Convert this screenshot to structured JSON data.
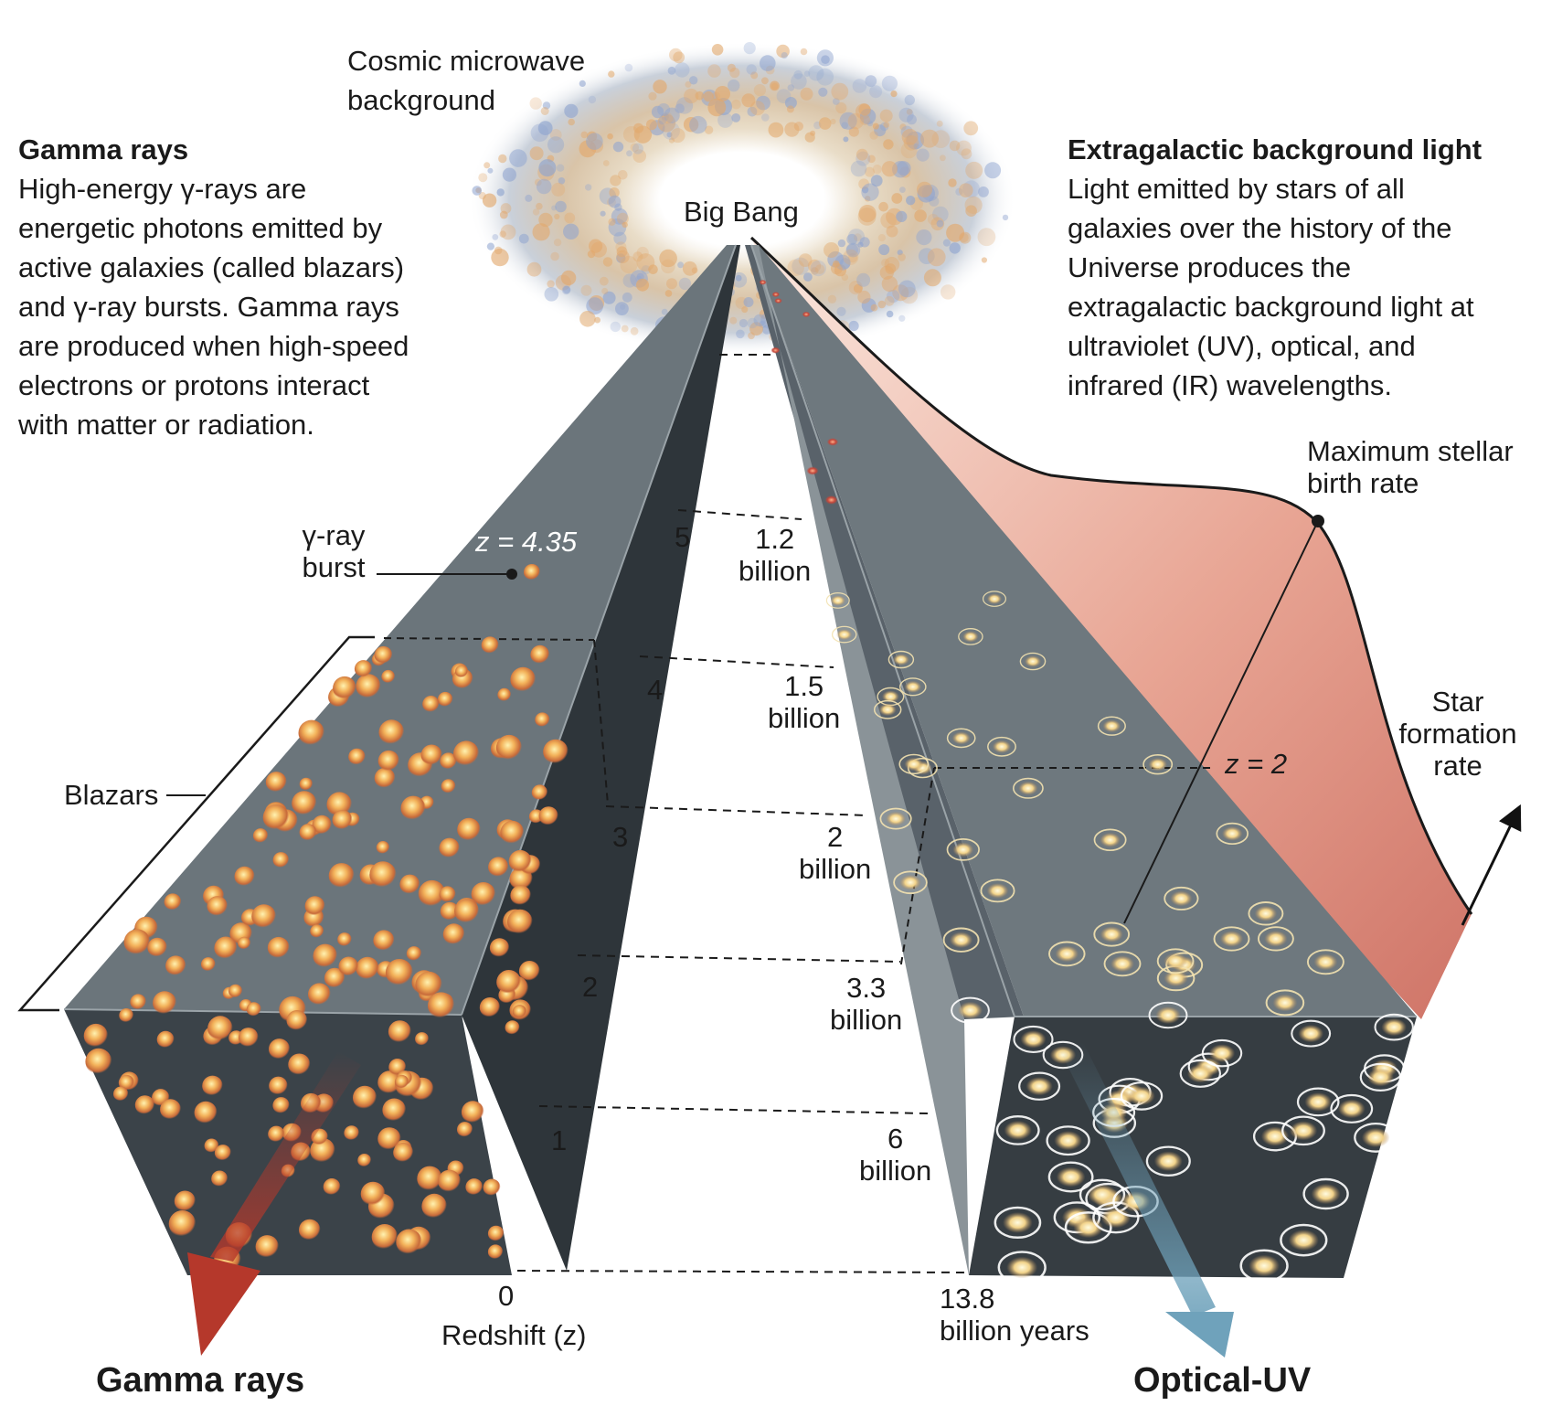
{
  "cmb": {
    "line1": "Cosmic microwave",
    "line2": "background"
  },
  "big_bang": "Big Bang",
  "gamma_panel": {
    "title": "Gamma rays",
    "lines": [
      "High-energy γ-rays are",
      "energetic photons emitted by",
      "active galaxies (called blazars)",
      "and γ-ray bursts. Gamma rays",
      "are produced when high-speed",
      "electrons or protons interact",
      "with matter or radiation."
    ]
  },
  "ebl_panel": {
    "title": "Extragalactic background light",
    "lines": [
      "Light emitted by stars of all",
      "galaxies over the history of the",
      "Universe produces the",
      "extragalactic background light at",
      "ultraviolet (UV), optical, and",
      "infrared (IR) wavelengths."
    ]
  },
  "grb": {
    "line1": "γ-ray",
    "line2": "burst",
    "z_label": "z = 4.35"
  },
  "blazars_label": "Blazars",
  "redshift": {
    "ticks": [
      "5",
      "4",
      "3",
      "2",
      "1",
      "0"
    ],
    "axis_label": "Redshift (z)"
  },
  "time": {
    "ticks": [
      {
        "value": "1.2",
        "unit": "billion"
      },
      {
        "value": "1.5",
        "unit": "billion"
      },
      {
        "value": "2",
        "unit": "billion"
      },
      {
        "value": "3.3",
        "unit": "billion"
      },
      {
        "value": "6",
        "unit": "billion"
      },
      {
        "value": "13.8",
        "unit": "billion years"
      }
    ]
  },
  "sfr": {
    "peak_line1": "Maximum stellar",
    "peak_line2": "birth rate",
    "z_label": "z = 2",
    "label_lines": [
      "Star",
      "formation",
      "rate"
    ]
  },
  "outputs": {
    "gamma": "Gamma rays",
    "optical": "Optical-UV"
  },
  "colors": {
    "tunnel_top": "#707a80",
    "tunnel_dark": "#363d42",
    "gamma_arrow": "#b5382b",
    "optical_arrow": "#6fa2bb",
    "sfr_fill": "#d9857a"
  }
}
